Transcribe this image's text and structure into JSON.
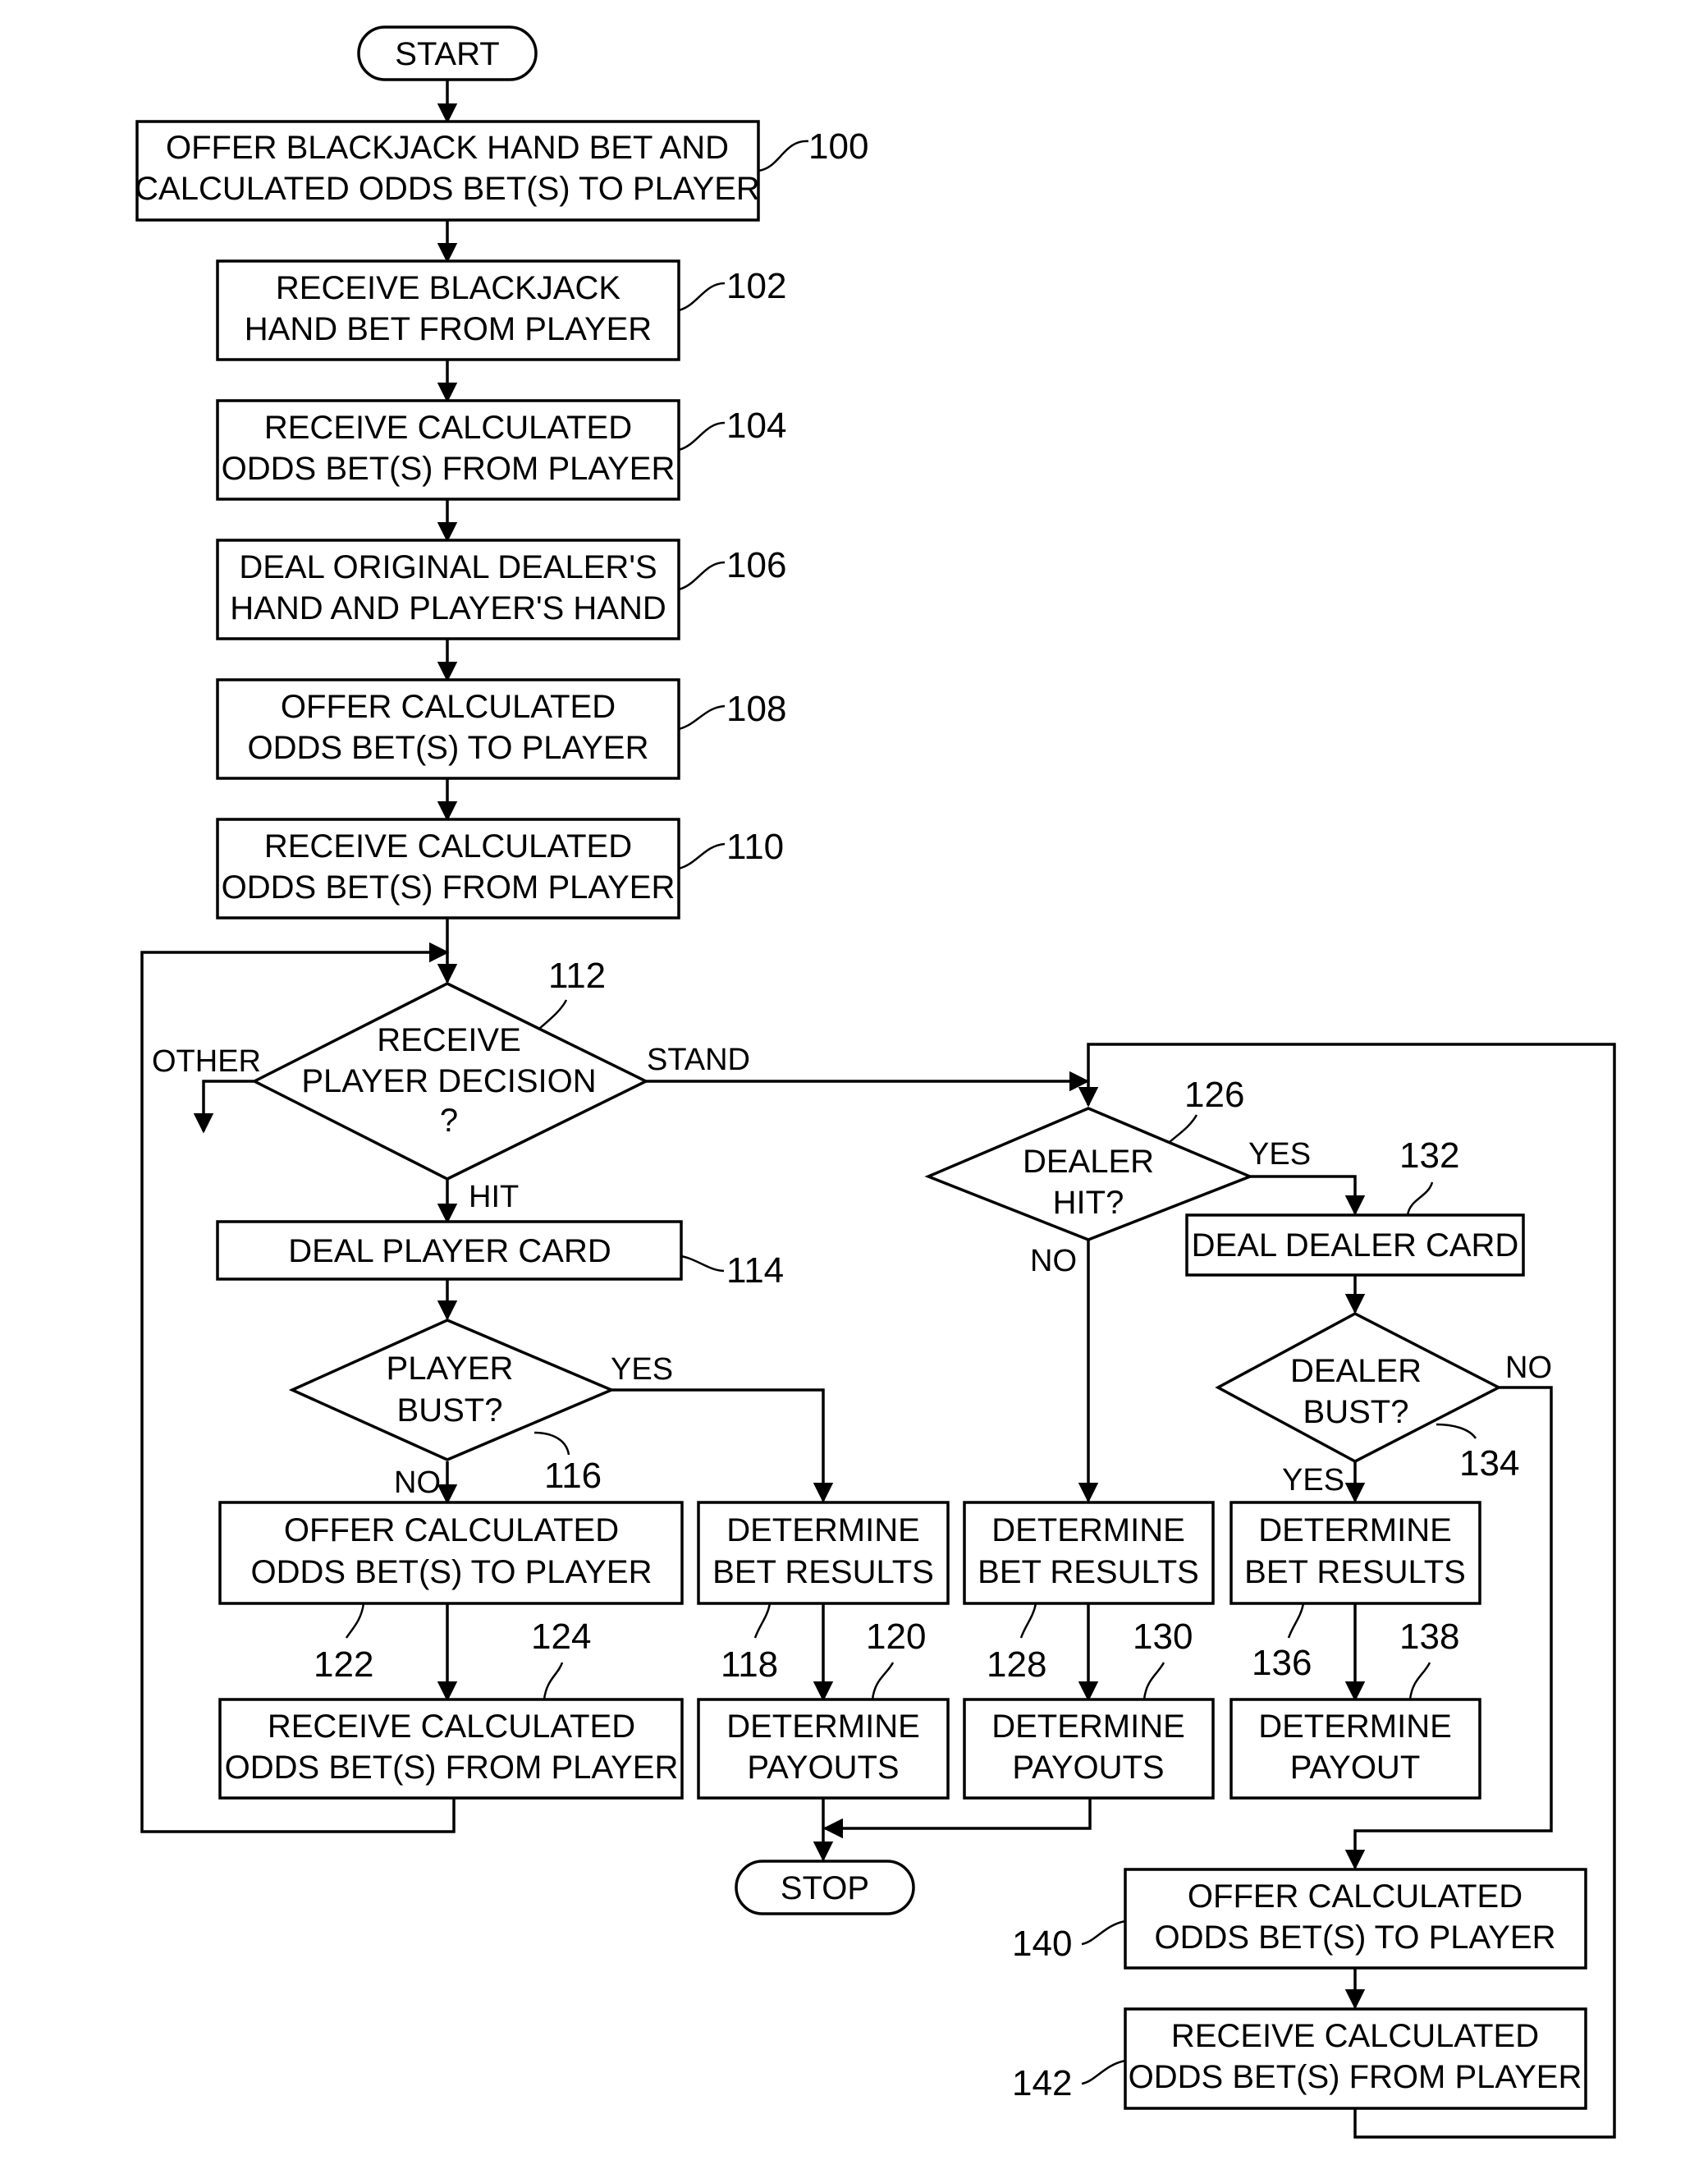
{
  "terminals": {
    "start": "START",
    "stop": "STOP"
  },
  "steps": {
    "s100": {
      "line1": "OFFER BLACKJACK HAND BET AND",
      "line2": "CALCULATED ODDS BET(S) TO PLAYER",
      "ref": "100"
    },
    "s102": {
      "line1": "RECEIVE BLACKJACK",
      "line2": "HAND BET FROM PLAYER",
      "ref": "102"
    },
    "s104": {
      "line1": "RECEIVE CALCULATED",
      "line2": "ODDS BET(S) FROM PLAYER",
      "ref": "104"
    },
    "s106": {
      "line1": "DEAL ORIGINAL DEALER'S",
      "line2": "HAND AND PLAYER'S HAND",
      "ref": "106"
    },
    "s108": {
      "line1": "OFFER CALCULATED",
      "line2": "ODDS BET(S) TO PLAYER",
      "ref": "108"
    },
    "s110": {
      "line1": "RECEIVE CALCULATED",
      "line2": "ODDS BET(S) FROM PLAYER",
      "ref": "110"
    },
    "s114": {
      "line1": "DEAL PLAYER CARD",
      "ref": "114"
    },
    "s122": {
      "line1": "OFFER CALCULATED",
      "line2": "ODDS BET(S) TO PLAYER",
      "ref": "122"
    },
    "s124": {
      "line1": "RECEIVE CALCULATED",
      "line2": "ODDS BET(S) FROM PLAYER",
      "ref": "124"
    },
    "s118": {
      "line1": "DETERMINE",
      "line2": "BET RESULTS",
      "ref": "118"
    },
    "s120": {
      "line1": "DETERMINE",
      "line2": "PAYOUTS",
      "ref": "120"
    },
    "s128": {
      "line1": "DETERMINE",
      "line2": "BET RESULTS",
      "ref": "128"
    },
    "s130": {
      "line1": "DETERMINE",
      "line2": "PAYOUTS",
      "ref": "130"
    },
    "s132": {
      "line1": "DEAL DEALER CARD",
      "ref": "132"
    },
    "s136": {
      "line1": "DETERMINE",
      "line2": "BET RESULTS",
      "ref": "136"
    },
    "s138": {
      "line1": "DETERMINE",
      "line2": "PAYOUT",
      "ref": "138"
    },
    "s140": {
      "line1": "OFFER CALCULATED",
      "line2": "ODDS BET(S) TO PLAYER",
      "ref": "140"
    },
    "s142": {
      "line1": "RECEIVE CALCULATED",
      "line2": "ODDS BET(S) FROM PLAYER",
      "ref": "142"
    }
  },
  "decisions": {
    "d112": {
      "line1": "RECEIVE",
      "line2": "PLAYER DECISION",
      "line3": "?",
      "ref": "112"
    },
    "d116": {
      "line1": "PLAYER",
      "line2": "BUST?",
      "ref": "116"
    },
    "d126": {
      "line1": "DEALER",
      "line2": "HIT?",
      "ref": "126"
    },
    "d134": {
      "line1": "DEALER",
      "line2": "BUST?",
      "ref": "134"
    }
  },
  "branch_labels": {
    "other": "OTHER",
    "stand": "STAND",
    "hit": "HIT",
    "yes_116": "YES",
    "no_116": "NO",
    "yes_126": "YES",
    "no_126": "NO",
    "yes_134": "YES",
    "no_134": "NO"
  }
}
